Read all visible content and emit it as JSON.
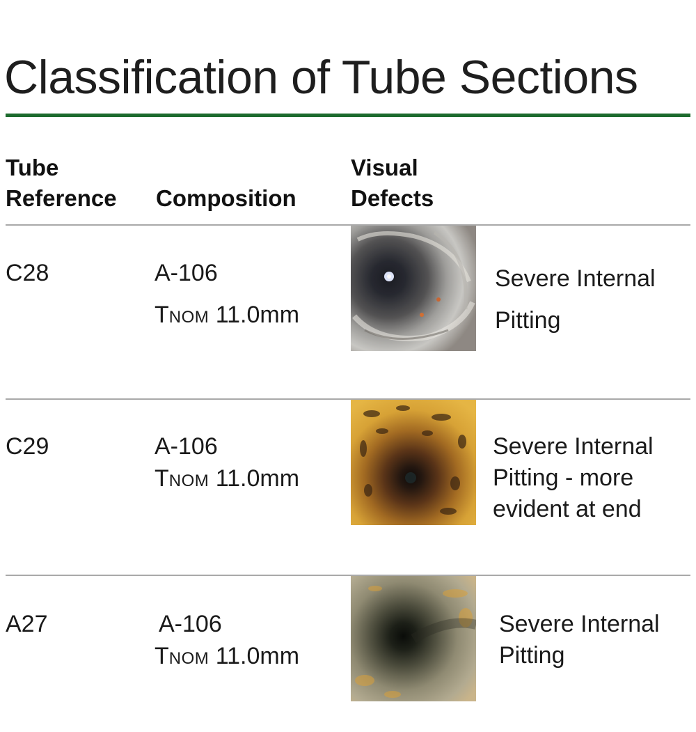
{
  "title": "Classification of Tube Sections",
  "colors": {
    "accent_rule": "#1d6b2e",
    "row_rule": "#a9a9a9"
  },
  "headers": {
    "tube_reference": [
      "Tube",
      "Reference"
    ],
    "composition": "Composition",
    "visual_defects": [
      "Visual",
      "Defects"
    ]
  },
  "rows": [
    {
      "reference": "C28",
      "material": "A-106",
      "tnom_prefix": "T",
      "tnom_sub": "NOM",
      "tnom_value": " 11.0mm",
      "defect_lines": [
        "Severe Internal",
        "Pitting"
      ],
      "photo": "tube-interior-photo-silver-pitted"
    },
    {
      "reference": "C29",
      "material": "A-106",
      "tnom_prefix": "T",
      "tnom_sub": "NOM",
      "tnom_value": " 11.0mm",
      "defect_lines": [
        "Severe Internal",
        "Pitting - more",
        "evident at end"
      ],
      "photo": "tube-interior-photo-yellow-rust"
    },
    {
      "reference": "A27",
      "material": "A-106",
      "tnom_prefix": "T",
      "tnom_sub": "NOM",
      "tnom_value": " 11.0mm",
      "defect_lines": [
        "Severe Internal",
        "Pitting"
      ],
      "photo": "tube-interior-photo-grey-corroded"
    }
  ]
}
